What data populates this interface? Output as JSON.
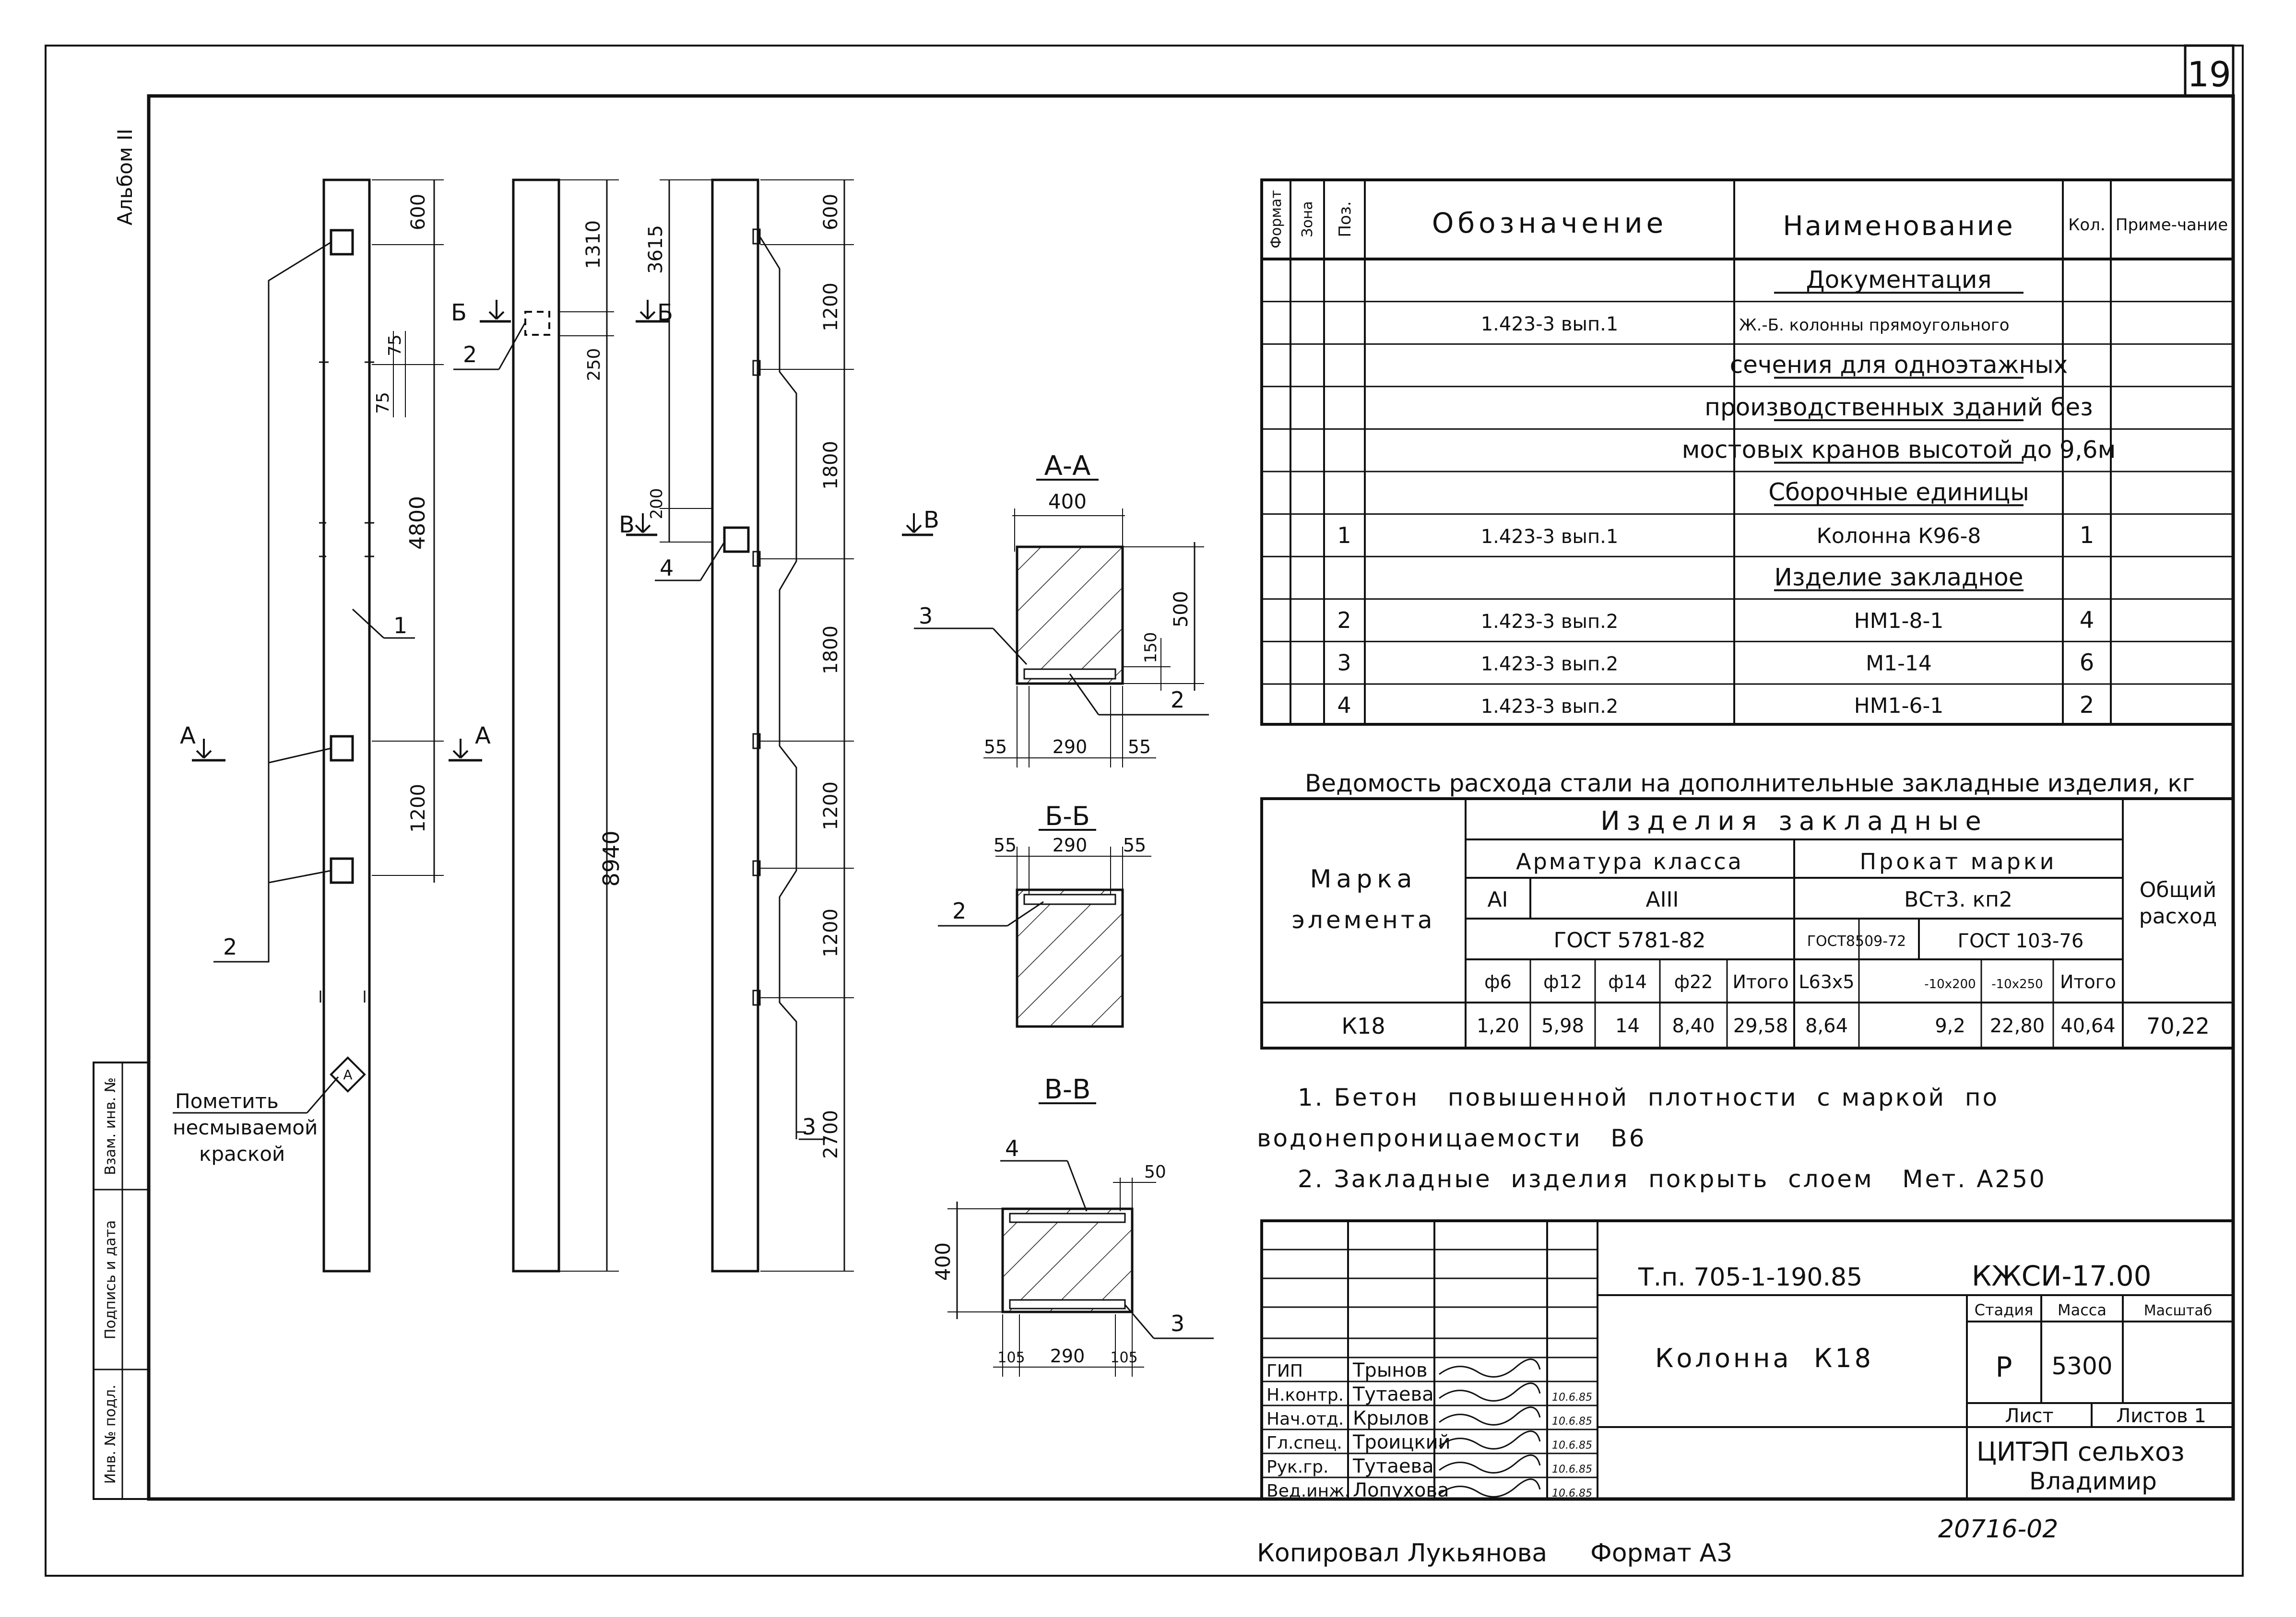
{
  "page_number": "19",
  "album_label": "Альбом II",
  "side_stamp": [
    "Инв. № подл.",
    "Подпись и дата",
    "Взам. инв. №"
  ],
  "elevations": {
    "col1_dims": [
      "600",
      "75",
      "75",
      "4800",
      "1200"
    ],
    "col2_dims": [
      "1310",
      "250",
      "8940"
    ],
    "col3_dims": [
      "3615",
      "200",
      "600",
      "1200",
      "1800",
      "1800",
      "1200",
      "1200",
      "2700"
    ],
    "section_marks": {
      "a": "А",
      "b": "Б",
      "v": "В"
    },
    "leaders": {
      "p1": "1",
      "p2": "2",
      "p2b": "2",
      "p3": "3",
      "p4": "4"
    },
    "note_paint": [
      "Пометить",
      "несмываемой",
      "краской"
    ]
  },
  "sections": {
    "aa": {
      "title": "А-А",
      "dims": {
        "width": "400",
        "height": "500",
        "cover": "150",
        "left": "55",
        "mid": "290",
        "right": "55"
      },
      "labels": {
        "p3": "3",
        "p2": "2"
      },
      "mark": "В"
    },
    "bb": {
      "title": "Б-Б",
      "dims": {
        "left": "55",
        "mid": "290",
        "right": "55"
      },
      "labels": {
        "p2": "2"
      }
    },
    "vv": {
      "title": "В-В",
      "dims": {
        "height": "400",
        "top": "50",
        "left": "105",
        "mid": "290",
        "right": "105"
      },
      "labels": {
        "p4": "4",
        "p3": "3"
      }
    }
  },
  "spec_table": {
    "headers": {
      "format": "Формат",
      "zone": "Зона",
      "pos": "Поз.",
      "designation": "Обозначение",
      "name": "Наименование",
      "qty": "Кол.",
      "note": "Приме-чание"
    },
    "rows": [
      {
        "pos": "",
        "designation": "",
        "name": "Документация",
        "qty": ""
      },
      {
        "pos": "",
        "designation": "1.423-3 вып.1",
        "name": "Ж.-Б. колонны прямоугольного",
        "qty": ""
      },
      {
        "pos": "",
        "designation": "",
        "name": "сечения для одноэтажных",
        "qty": ""
      },
      {
        "pos": "",
        "designation": "",
        "name": "производственных зданий без",
        "qty": ""
      },
      {
        "pos": "",
        "designation": "",
        "name": "мостовых кранов высотой до 9,6м",
        "qty": ""
      },
      {
        "pos": "",
        "designation": "",
        "name": "Сборочные единицы",
        "qty": ""
      },
      {
        "pos": "1",
        "designation": "1.423-3 вып.1",
        "name": "Колонна   К96-8",
        "qty": "1"
      },
      {
        "pos": "",
        "designation": "",
        "name": "Изделие закладное",
        "qty": ""
      },
      {
        "pos": "2",
        "designation": "1.423-3  вып.2",
        "name": "НМ1-8-1",
        "qty": "4"
      },
      {
        "pos": "3",
        "designation": "1.423-3  вып.2",
        "name": "М1-14",
        "qty": "6"
      },
      {
        "pos": "4",
        "designation": "1.423-3  вып.2",
        "name": "НМ1-6-1",
        "qty": "2"
      }
    ]
  },
  "steel_table": {
    "title": "Ведомость расхода стали на дополнительные закладные изделия, кг",
    "mark_header": [
      "Марка",
      "элемента"
    ],
    "group_header": "Изделия закладные",
    "armature_header": "Арматура класса",
    "rolled_header": "Прокат марки",
    "total_header": [
      "Общий",
      "расход"
    ],
    "class_a1": "АI",
    "class_a3": "АIII",
    "steel_grade": "ВСт3. кп2",
    "gost_armature": "ГОСТ 5781-82",
    "gost_rolled1": "ГОСТ8509-72",
    "gost_rolled2": "ГОСТ 103-76",
    "sub_headers": [
      "ф6",
      "ф12",
      "ф14",
      "ф22",
      "Итого",
      "L63х5",
      "",
      "-10х200",
      "-10х250",
      "Итого"
    ],
    "row": {
      "mark": "К18",
      "values": [
        "1,20",
        "5,98",
        "14",
        "8,40",
        "29,58",
        "8,64",
        "",
        "9,2",
        "22,80",
        "40,64"
      ],
      "total": "70,22"
    }
  },
  "notes": [
    "1. Бетон   повышенной  плотности  с маркой  по",
    "водонепроницаемости   В6",
    "2. Закладные  изделия  покрыть  слоем   Мет. А250"
  ],
  "title_block": {
    "doc_number": "Т.п. 705-1-190.85",
    "code": "КЖСИ-17.00",
    "name": "Колонна  К18",
    "stage_label": "Стадия",
    "mass_label": "Масса",
    "scale_label": "Масштаб",
    "stage": "Р",
    "mass": "5300",
    "sheet_label": "Лист",
    "sheets_label": "Листов 1",
    "org": [
      "ЦИТЭП сельхоз",
      "Владимир"
    ],
    "signers": [
      {
        "role": "ГИП",
        "name": "Трынов",
        "date": ""
      },
      {
        "role": "Н.контр.",
        "name": "Тутаева",
        "date": "10.6.85"
      },
      {
        "role": "Нач.отд.",
        "name": "Крылов",
        "date": "10.6.85"
      },
      {
        "role": "Гл.спец.",
        "name": "Троицкий",
        "date": "10.6.85"
      },
      {
        "role": "Рук.гр.",
        "name": "Тутаева",
        "date": "10.6.85"
      },
      {
        "role": "Вед.инж.",
        "name": "Лопухова",
        "date": "10.6.85"
      }
    ]
  },
  "footer": {
    "copied": "Копировал Лукьянова",
    "format": "Формат А3",
    "archive": "20716-02"
  }
}
